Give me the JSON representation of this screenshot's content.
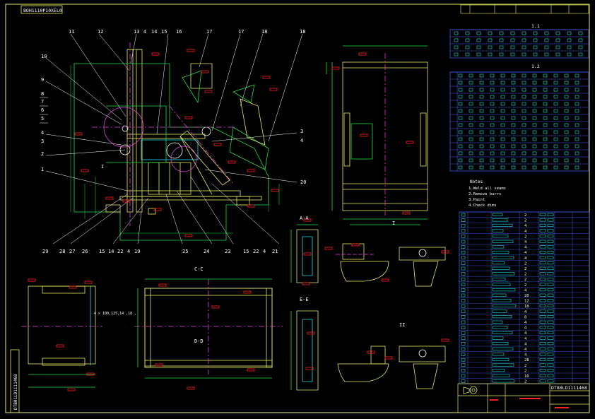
{
  "drawing_code_top": "BOH1110P10XEL0",
  "side_code": "DTB01LD1111468",
  "title_block_code": "DT80LD1111468",
  "view_labels": {
    "aa": "A-A",
    "ee": "E-E",
    "cc": "C-C",
    "dd": "D-D",
    "i": "I",
    "ii": "II"
  },
  "callouts_top": [
    "11",
    "12",
    "13",
    "4",
    "14",
    "15",
    "16",
    "17",
    "17",
    "18",
    "18"
  ],
  "callouts_left": [
    "10",
    "9",
    "8",
    "7",
    "6",
    "5",
    "4",
    "3",
    "2",
    "1"
  ],
  "callouts_bottom": [
    "29",
    "28",
    "27",
    "26",
    "15",
    "14",
    "22",
    "4",
    "19",
    "25",
    "24",
    "23",
    "15",
    "22",
    "4",
    "21"
  ],
  "callouts_right": [
    "3",
    "4",
    "20"
  ],
  "table1_title": "1.1",
  "table2_title": "1.2",
  "notes_title": "Notes",
  "notes": [
    "1.Weld all seams",
    "2.Remove burrs",
    "3.Paint",
    "4.Check dims"
  ],
  "bom_quantities": [
    "2",
    "2",
    "4",
    "4",
    "2",
    "4",
    "4",
    "4",
    "4",
    "2",
    "2",
    "2",
    "2",
    "2",
    "4",
    "20",
    "12",
    "18",
    "4",
    "8",
    "4",
    "4",
    "4",
    "4",
    "4",
    "4",
    "4",
    "28",
    "2",
    "2",
    "16",
    "2"
  ],
  "annotation_weld": "4 × 100,125,14 ,18 ,"
}
